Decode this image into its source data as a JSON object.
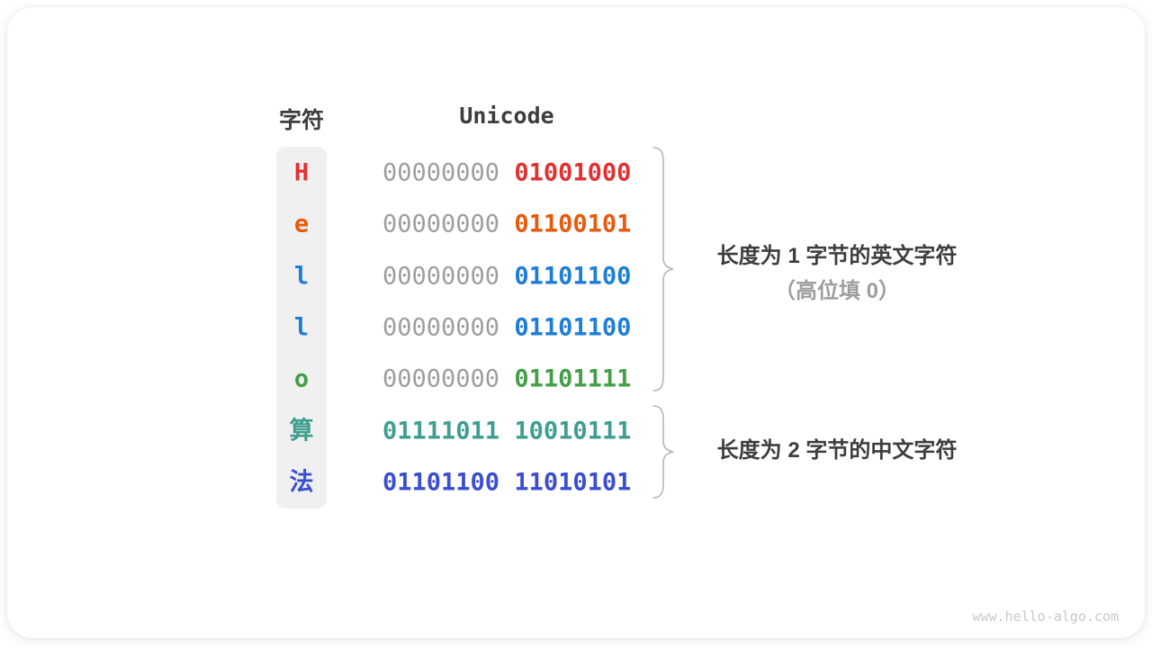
{
  "page": {
    "watermark": "www.hello-algo.com"
  },
  "colors": {
    "heading_text": "#3d3d3d",
    "gray_zero_byte": "#9e9e9e",
    "column_background": "#f0f0f0",
    "brace_stroke": "#b5b5b5",
    "annotation_secondary": "#9e9e9e",
    "watermark": "#c9c9c9",
    "red": "#e23030",
    "orange": "#e8590c",
    "blue": "#1c7ed6",
    "green": "#43a047",
    "teal": "#3f9e8f",
    "indigo": "#3b4ed2"
  },
  "table": {
    "char_header": "字符",
    "unicode_header": "Unicode",
    "rows": [
      {
        "char": "H",
        "color": "#e23030",
        "bytes": [
          {
            "text": "00000000",
            "color": "#9e9e9e",
            "bold": false
          },
          {
            "text": "01001000",
            "color": "#e23030",
            "bold": true
          }
        ]
      },
      {
        "char": "e",
        "color": "#e8590c",
        "bytes": [
          {
            "text": "00000000",
            "color": "#9e9e9e",
            "bold": false
          },
          {
            "text": "01100101",
            "color": "#e8590c",
            "bold": true
          }
        ]
      },
      {
        "char": "l",
        "color": "#1c7ed6",
        "bytes": [
          {
            "text": "00000000",
            "color": "#9e9e9e",
            "bold": false
          },
          {
            "text": "01101100",
            "color": "#1c7ed6",
            "bold": true
          }
        ]
      },
      {
        "char": "l",
        "color": "#1c7ed6",
        "bytes": [
          {
            "text": "00000000",
            "color": "#9e9e9e",
            "bold": false
          },
          {
            "text": "01101100",
            "color": "#1c7ed6",
            "bold": true
          }
        ]
      },
      {
        "char": "o",
        "color": "#43a047",
        "bytes": [
          {
            "text": "00000000",
            "color": "#9e9e9e",
            "bold": false
          },
          {
            "text": "01101111",
            "color": "#43a047",
            "bold": true
          }
        ]
      },
      {
        "char": "算",
        "color": "#3f9e8f",
        "bytes": [
          {
            "text": "01111011",
            "color": "#3f9e8f",
            "bold": true
          },
          {
            "text": "10010111",
            "color": "#3f9e8f",
            "bold": true
          }
        ]
      },
      {
        "char": "法",
        "color": "#3b4ed2",
        "bytes": [
          {
            "text": "01101100",
            "color": "#3b4ed2",
            "bold": true
          },
          {
            "text": "11010101",
            "color": "#3b4ed2",
            "bold": true
          }
        ]
      }
    ]
  },
  "annotations": [
    {
      "line1": "长度为 1 字节的英文字符",
      "line2": "（高位填 0）"
    },
    {
      "line1": "长度为 2 字节的中文字符"
    }
  ]
}
